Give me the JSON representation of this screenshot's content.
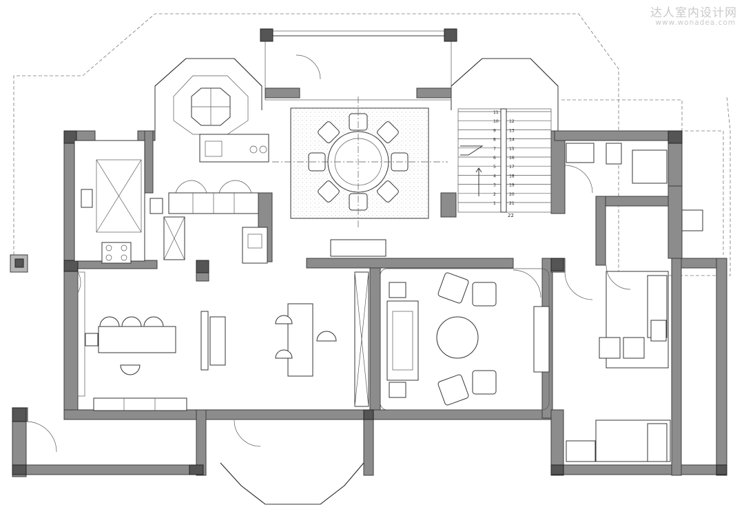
{
  "watermark": {
    "title": "达人室内设计网",
    "url": "www.wonadea.com"
  },
  "stairs": {
    "left_numbers": [
      "11",
      "10",
      "9",
      "8",
      "7",
      "6",
      "5",
      "4",
      "3",
      "2",
      "1"
    ],
    "right_numbers": [
      "12",
      "13",
      "14",
      "15",
      "16",
      "17",
      "18",
      "19",
      "20",
      "21"
    ],
    "bottom_label": "22"
  },
  "colors": {
    "wall": "#8c8c8c",
    "line": "#333333",
    "watermark": "#c9c9c9"
  }
}
